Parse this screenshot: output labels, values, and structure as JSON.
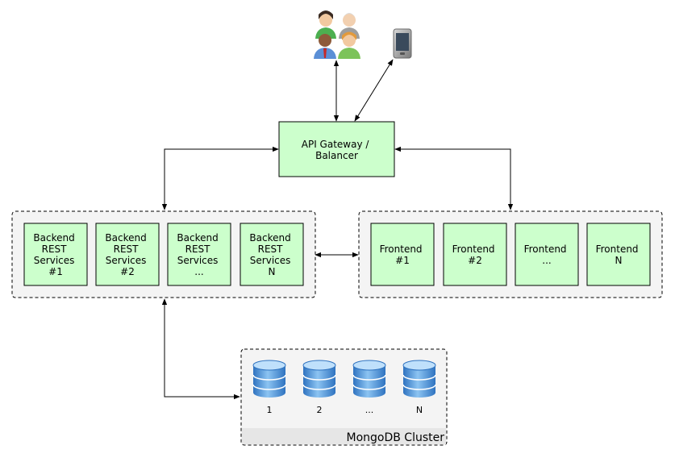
{
  "gateway": {
    "lines": [
      "API Gateway /",
      "Balancer"
    ]
  },
  "backend_group": {
    "services": [
      {
        "lines": [
          "Backend",
          "REST",
          "Services",
          "#1"
        ]
      },
      {
        "lines": [
          "Backend",
          "REST",
          "Services",
          "#2"
        ]
      },
      {
        "lines": [
          "Backend",
          "REST",
          "Services",
          "..."
        ]
      },
      {
        "lines": [
          "Backend",
          "REST",
          "Services",
          "N"
        ]
      }
    ]
  },
  "frontend_group": {
    "frontends": [
      {
        "lines": [
          "Frontend",
          "#1"
        ]
      },
      {
        "lines": [
          "Frontend",
          "#2"
        ]
      },
      {
        "lines": [
          "Frontend",
          "..."
        ]
      },
      {
        "lines": [
          "Frontend",
          "N"
        ]
      }
    ]
  },
  "mongodb_cluster": {
    "label": "MongoDB Cluster",
    "nodes": [
      "1",
      "2",
      "...",
      "N"
    ]
  },
  "clients": {
    "icons": [
      "users-icon",
      "mobile-phone-icon"
    ]
  },
  "colors": {
    "box_fill": "#ccffcc",
    "group_fill": "#f4f4f4",
    "db_blue": "#4a90d9",
    "db_light": "#a8d4f7"
  }
}
